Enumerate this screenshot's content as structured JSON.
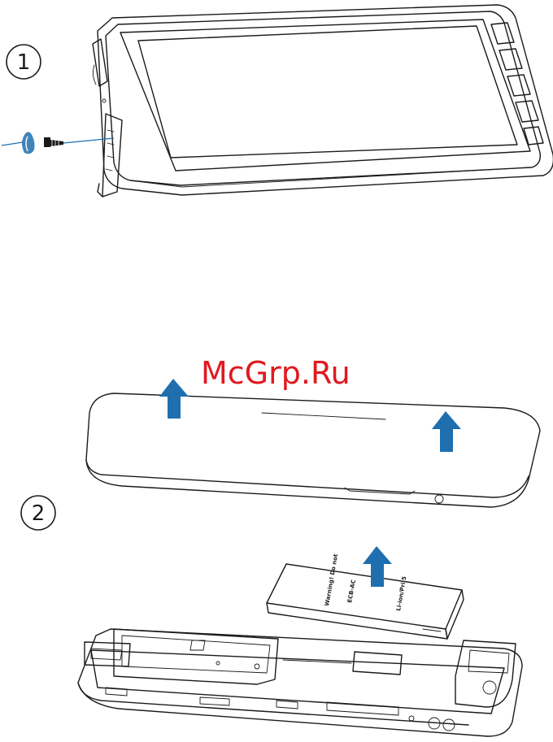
{
  "steps": {
    "step1": "1",
    "step2": "2"
  },
  "watermark": "McGrp.Ru",
  "battery_label": {
    "line1": "Warning! Do not",
    "line2": "ECB-AC",
    "line3": "Li-ion/Pri.5"
  },
  "colors": {
    "arrow": "#1f6fae",
    "watermark": "#e0191f",
    "outline": "#1a1a1a"
  },
  "icons": {
    "screwdriver": "screwdriver-icon",
    "screw": "screw-icon",
    "lift_arrow": "up-arrow-icon"
  }
}
